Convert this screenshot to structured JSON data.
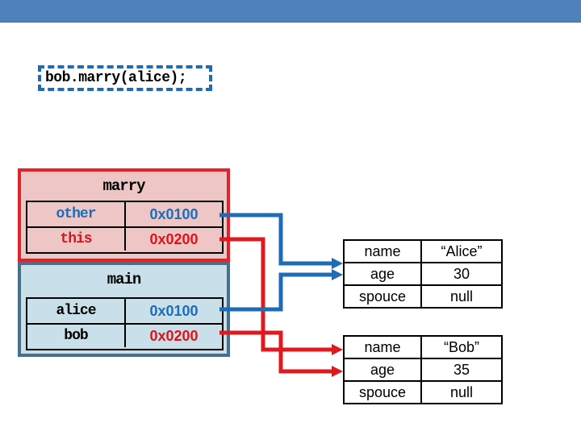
{
  "colors": {
    "topbar": "#4f81bd",
    "code_border_blue": "#1e6cb5",
    "marry_fill": "#eec6c6",
    "marry_border_red": "#e2242a",
    "main_fill": "#c9e0ea",
    "main_border": "#46708d",
    "pointer_blue": "#1e6cb5",
    "pointer_red": "#e0191f",
    "text_blue": "#1f6cb5",
    "text_red": "#d9151c"
  },
  "code": {
    "text": "bob.marry(alice);"
  },
  "frames": {
    "marry": {
      "title": "marry",
      "rows": [
        {
          "label": "other",
          "value": "0x0100"
        },
        {
          "label": "this",
          "value": "0x0200"
        }
      ]
    },
    "main": {
      "title": "main",
      "rows": [
        {
          "label": "alice",
          "value": "0x0100"
        },
        {
          "label": "bob",
          "value": "0x0200"
        }
      ]
    }
  },
  "objects": [
    {
      "id": "alice-object",
      "rows": [
        {
          "field": "name",
          "value": "“Alice”"
        },
        {
          "field": "age",
          "value": "30"
        },
        {
          "field": "spouce",
          "value": "null"
        }
      ]
    },
    {
      "id": "bob-object",
      "rows": [
        {
          "field": "name",
          "value": "“Bob”"
        },
        {
          "field": "age",
          "value": "35"
        },
        {
          "field": "spouce",
          "value": "null"
        }
      ]
    }
  ],
  "pointers": [
    {
      "from": "marry.other (0x0100)",
      "to": "alice-object",
      "color": "blue"
    },
    {
      "from": "main.alice (0x0100)",
      "to": "alice-object",
      "color": "blue"
    },
    {
      "from": "marry.this (0x0200)",
      "to": "bob-object",
      "color": "red"
    },
    {
      "from": "main.bob (0x0200)",
      "to": "bob-object",
      "color": "red"
    }
  ]
}
